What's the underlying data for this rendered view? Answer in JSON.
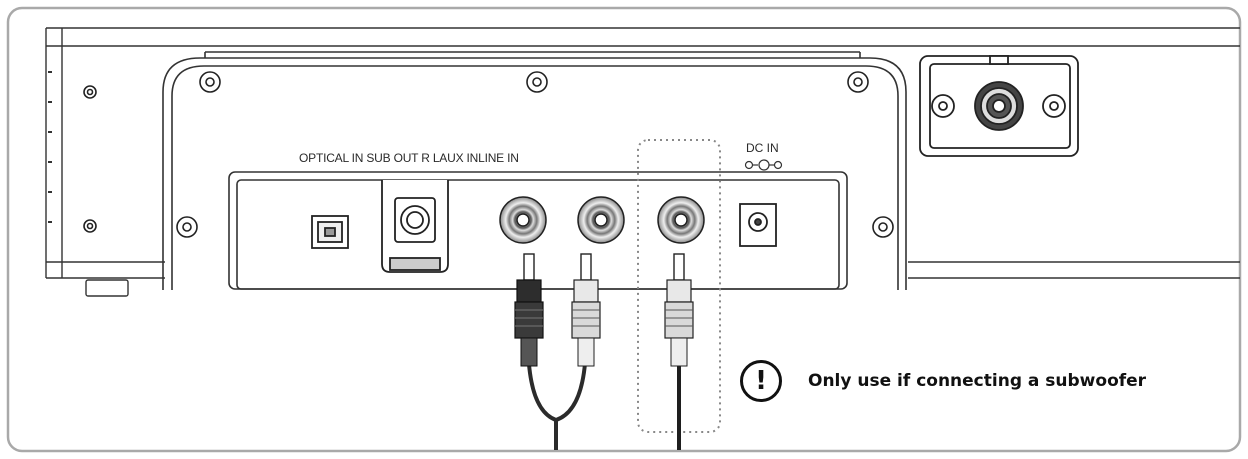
{
  "labels": {
    "ports_row": "OPTICAL IN SUB OUT R LAUX INLINE IN",
    "dc_in": "DC IN"
  },
  "notice": {
    "icon": "exclamation-icon",
    "symbol": "!",
    "text": "Only use if connecting a subwoofer"
  },
  "colors": {
    "outline": "#333333",
    "highlight_border": "#888888",
    "cable_dark": "#2b2b2b",
    "cable_light": "#d9d9d9"
  }
}
